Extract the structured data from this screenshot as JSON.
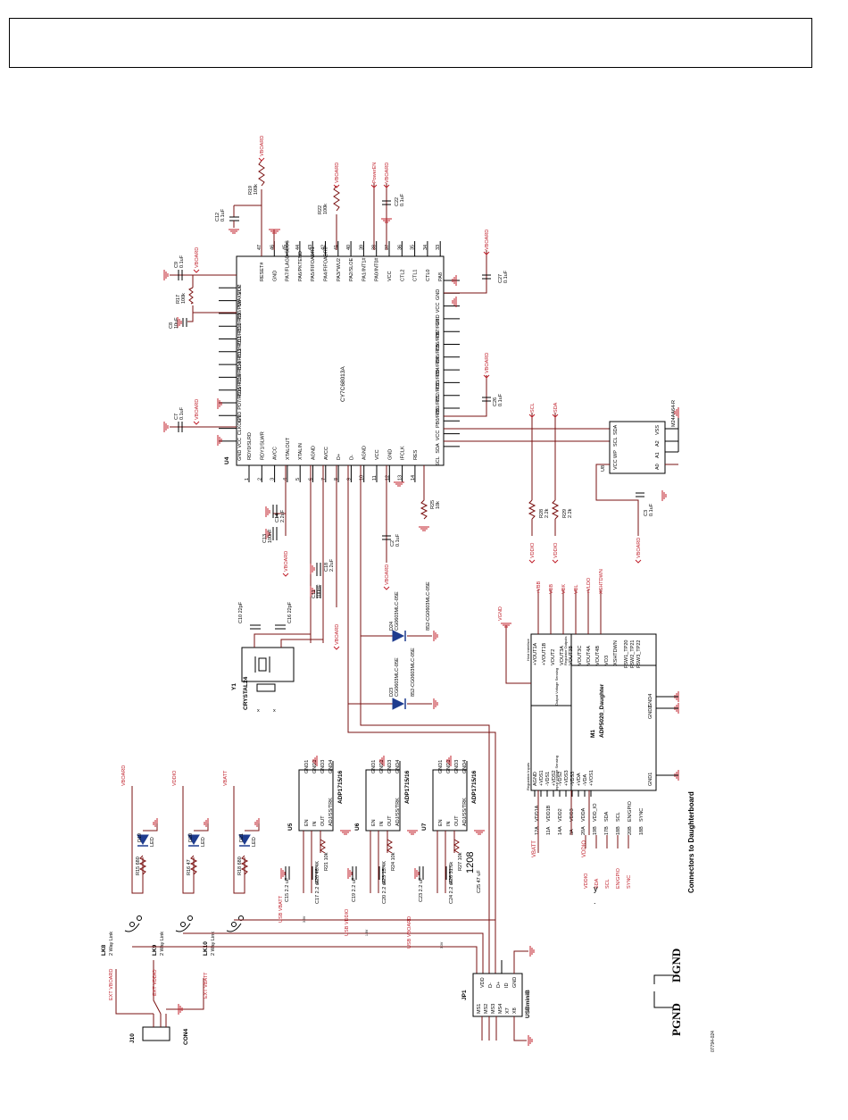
{
  "title_block": {
    "text": ""
  },
  "u4": {
    "ref": "U4",
    "part": "CY7C68013A",
    "top_pins": [
      "RESET#",
      "GND",
      "PA7/FLAGD/SLCS",
      "PA6/PKTEND",
      "PA5/FIFOADR1",
      "PA4/FIFOADR0",
      "PA3/*WU2",
      "PA2/SLOE",
      "PA1/INT1#",
      "PA0/INT0#",
      "VCC",
      "CTL2",
      "CTL1",
      "CTL0",
      "PA8"
    ],
    "left_pins": [
      "VCC",
      "*WAKEUP",
      "PD0/FD8",
      "PD1/FD9",
      "PD2/FD10",
      "PD3/FD11",
      "PD4/FD12",
      "PD5/FD13",
      "PD6/FD14",
      "PD7/FD15",
      "GND",
      "CLKOUT",
      "VCC",
      "GND"
    ],
    "bottom_pins": [
      "RDY0/SLRD",
      "RDY1/SLWR",
      "AVCC",
      "XTALOUT",
      "XTALIN",
      "AGND",
      "AVCC",
      "D+",
      "D-",
      "AGND",
      "VCC",
      "GND",
      "IFCLK",
      "RES"
    ],
    "right_pins": [
      "GND",
      "VCC",
      "GND",
      "PB7/FD7",
      "PB6/FD6",
      "PB5/FD5",
      "PB4/FD4",
      "PB3/FD3",
      "PB2/FD2",
      "PB1/FD1",
      "PB0/FD0",
      "VCC",
      "SDA",
      "SCL"
    ]
  },
  "u8": {
    "ref": "U8",
    "part": "M24AA64-R",
    "left": [
      "VCC",
      "WP",
      "SCL",
      "SDA"
    ],
    "right": [
      "A0",
      "A1",
      "A2",
      "VSS"
    ]
  },
  "m1": {
    "ref": "M1",
    "part": "ADP5020_Daughter",
    "left_pins": [
      "VDD1A",
      "VDD1B",
      "VDD2",
      "VDD3",
      "VDDA",
      "VDD_IO",
      "SDA",
      "SCL",
      "EN/GPIO",
      "SYNC"
    ],
    "left_numbers": [
      "12A",
      "11A",
      "14A",
      "3A",
      "20A",
      "19B",
      "17B",
      "18B",
      "20B",
      "18B"
    ],
    "top_pins": [
      "+VOUT1A",
      "+VOUT1B",
      "VOUT2",
      "VOUT3A",
      "VOUT3B",
      "VOUT3C",
      "VOUT4A",
      "VOUT4B",
      "VO3",
      "XSHTDWN"
    ],
    "bottom_pins": [
      "AGND",
      "+VDS1",
      "-VDS1",
      "+VDS2",
      "-VDS2",
      "+VDS3",
      "-VDS3",
      "+VDA",
      "-VDA",
      "+VOS1"
    ],
    "right_pins": [
      "GND1",
      "GND2",
      "GND4"
    ],
    "section_labels": [
      "Regulation Inputs",
      "Input Voltage Sensing",
      "Output Voltage Sensing",
      "Regulator Outputs",
      "Host Interface"
    ],
    "feedback_pins": [
      "FSW1_TP20",
      "FSW2_TP21",
      "FSW3_TP22"
    ]
  },
  "ldos": [
    {
      "ref": "U5",
      "part": "ADP1715/16",
      "pins": [
        "EN",
        "IN",
        "OUT",
        "ADJ/SS/TRK",
        "GND1",
        "GND2",
        "GND3",
        "GND4"
      ],
      "rtop": "R21 10k",
      "rbot": "R20 46.4K",
      "cin": "C15 2.2 uF",
      "cout": "C17 2.2 uF"
    },
    {
      "ref": "U6",
      "part": "ADP1715/16",
      "pins": [
        "EN",
        "IN",
        "OUT",
        "ADJ/SS/TRK",
        "GND1",
        "GND2",
        "GND3",
        "GND4"
      ],
      "rtop": "R24 10k",
      "rbot": "R23 15.4K",
      "cin": "C19 2.2 uF",
      "cout": "C20 2.2 uF"
    },
    {
      "ref": "U7",
      "part": "ADP1715/16",
      "pins": [
        "EN",
        "IN",
        "OUT",
        "ADJ/SS/TRK",
        "GND1",
        "GND2",
        "GND3",
        "GND4"
      ],
      "rtop": "R27 10k",
      "rbot": "R26 31.6k",
      "cin": "C23 2.2 uF",
      "cout": "C24 2.2 uF"
    }
  ],
  "leds": [
    {
      "ref": "D19",
      "type": "LED",
      "resistor": "R15 680",
      "net": "VBOARD",
      "link": "LK8",
      "link_type": "2 Way Link",
      "ext": "EXT VBOARD"
    },
    {
      "ref": "D20",
      "type": "LED",
      "resistor": "R16 47",
      "net": "VDDIO",
      "link": "LK9",
      "link_type": "2 Way Link",
      "ext": "EXT VDDIO"
    },
    {
      "ref": "D21",
      "type": "LED",
      "resistor": "R18 680",
      "net": "VBATT",
      "link": "LK10",
      "link_type": "2 Way Link",
      "ext": "EXT VBATT"
    }
  ],
  "usb_nets": [
    "USB VBATT",
    "USB VDDIO",
    "USB VBOARD"
  ],
  "usb_net_values": [
    "3.3V",
    "1.8V",
    "3.3V"
  ],
  "jp1": {
    "ref": "JP1",
    "part": "USBminiB",
    "right": [
      "VDD",
      "D-",
      "D+",
      "ID",
      "GND"
    ],
    "left": [
      "MS1",
      "MS2",
      "MS3",
      "MS4",
      "X7",
      "X8"
    ]
  },
  "j10": {
    "ref": "J10",
    "part": "CON4"
  },
  "y1": {
    "ref": "Y1",
    "part": "CRYSTAL24",
    "c1": "C10 22pF",
    "c2": "C16 22pF"
  },
  "tvs": [
    {
      "ref": "D24",
      "part": "CG0603MLC-05E",
      "alt": "852-CG0603MLC-05E"
    },
    {
      "ref": "D23",
      "part": "CG0603MLC-05E",
      "alt": "852-CG0603MLC-05E"
    }
  ],
  "caps": [
    "C12 0.1uF",
    "C9 0.1uF",
    "C8 10uF",
    "C7 0.1uF",
    "C22 0.1uF",
    "C27 0.1uF",
    "C26 0.1uF",
    "C2 0.1uF",
    "C14 2.2uF",
    "C13 100nF",
    "C18 2.2uF",
    "C11 100nF",
    "C25 47 uF",
    "C3 0.1uF"
  ],
  "resistors": [
    "R19 100k",
    "R22 100k",
    "R17 100k",
    "R25 10k",
    "R28 2.2k",
    "R29 2.2k"
  ],
  "nets": {
    "vboard": "VBOARD",
    "vddio": "VDDIO",
    "vbatt": "VBATT",
    "powen": "PowerEN",
    "scl": "SCL",
    "sda": "SDA",
    "vgnd": "VGND",
    "d_plus": "D+",
    "d_minus": "D-"
  },
  "m1_outputs": [
    "+VBB",
    "VBB",
    "VBK",
    "VBL",
    "+VLDO",
    "XSHTDWN"
  ],
  "m1_inputs": [
    "VDDIO",
    "SDA",
    "SCL",
    "EN/GPIO",
    "SYNC"
  ],
  "size_1208": "1208",
  "caption": "Connectors to Daughterboard",
  "gnd_labels": [
    "PGND",
    "DGND"
  ],
  "figure_id": "07794-024",
  "stray": [
    "y",
    "."
  ],
  "colors": {
    "wire": "#7a1010",
    "net_label": "#c0202b",
    "diode": "#1f3c8f"
  }
}
